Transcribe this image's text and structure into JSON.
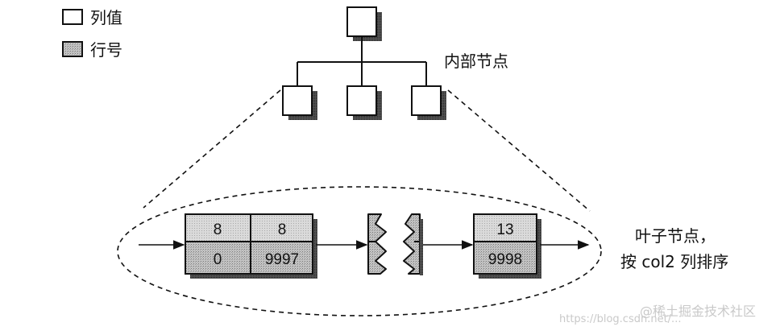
{
  "legend": {
    "column_value": "列值",
    "row_number": "行号"
  },
  "labels": {
    "internal_nodes": "内部节点",
    "leaf_nodes_line1": "叶子节点，",
    "leaf_nodes_line2": "按 col2 列排序"
  },
  "leaf_page_1": {
    "col_values": [
      "8",
      "8"
    ],
    "row_numbers": [
      "0",
      "9997"
    ]
  },
  "leaf_page_2": {
    "col_value": "13",
    "row_number": "9998"
  },
  "watermark": {
    "url": "https://blog.csdn.net/...",
    "site": "@稀土掘金技术社区"
  },
  "colors": {
    "stroke": "#111111",
    "shade": "#bdbdbd",
    "shade_light": "#d8d8d8",
    "shadow": "#3a3a3a"
  }
}
